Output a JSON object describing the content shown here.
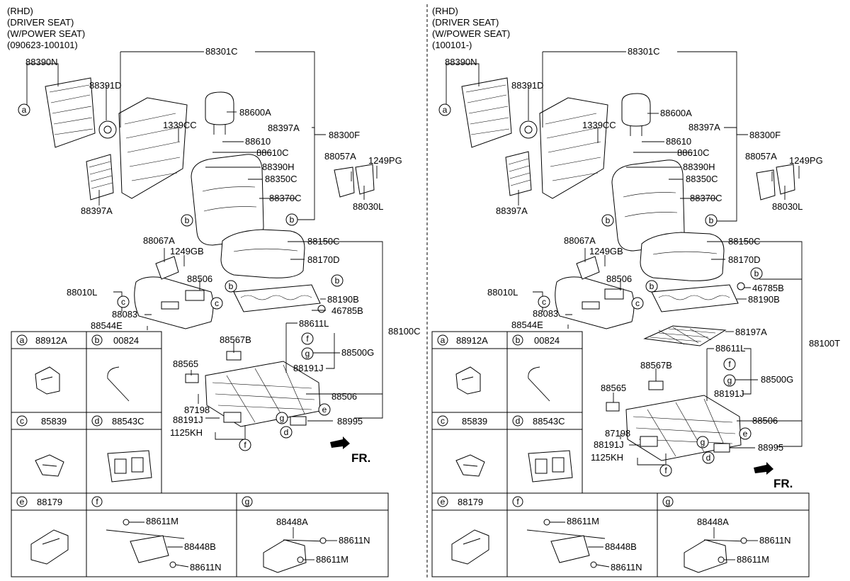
{
  "left_panel": {
    "header_lines": [
      "(RHD)",
      "(DRIVER SEAT)",
      "(W/POWER SEAT)",
      "(090623-100101)"
    ],
    "labels": {
      "p88301C": "88301C",
      "p88390N": "88390N",
      "p88391D": "88391D",
      "p88600A": "88600A",
      "p1339CC": "1339CC",
      "p88397A_a": "88397A",
      "p88300F": "88300F",
      "p88610": "88610",
      "p88610C": "88610C",
      "p88057A": "88057A",
      "p1249PG": "1249PG",
      "p88390H": "88390H",
      "p88350C": "88350C",
      "p88370C": "88370C",
      "p88030L": "88030L",
      "p88397A_b": "88397A",
      "p88150C": "88150C",
      "p88067A": "88067A",
      "p1249GB": "1249GB",
      "p88170D": "88170D",
      "p88506_a": "88506",
      "p88010L": "88010L",
      "p88190B": "88190B",
      "p88083": "88083",
      "p46785B": "46785B",
      "p88544E": "88544E",
      "p88611L": "88611L",
      "p88100C": "88100C",
      "p88567B": "88567B",
      "p88500G": "88500G",
      "p88191J_a": "88191J",
      "p88565": "88565",
      "p88506_b": "88506",
      "p87198": "87198",
      "p88191J_b": "88191J",
      "p88995": "88995",
      "p1125KH": "1125KH",
      "fr": "FR."
    },
    "callouts": {
      "a": "a",
      "b1": "b",
      "b2": "b",
      "b3": "b",
      "b4": "b",
      "c1": "c",
      "c2": "c",
      "d": "d",
      "e": "e",
      "f1": "f",
      "f2": "f",
      "g1": "g",
      "g2": "g"
    },
    "legend": {
      "a_code": "88912A",
      "b_code": "00824",
      "c_code": "85839",
      "d_code": "88543C",
      "e_code": "88179",
      "f_m": "88611M",
      "f_b": "88448B",
      "f_n": "88611N",
      "g_a": "88448A",
      "g_n": "88611N",
      "g_m": "88611M"
    }
  },
  "right_panel": {
    "header_lines": [
      "(RHD)",
      "(DRIVER SEAT)",
      "(W/POWER SEAT)",
      "(100101-)"
    ],
    "labels": {
      "p88301C": "88301C",
      "p88390N": "88390N",
      "p88391D": "88391D",
      "p88600A": "88600A",
      "p1339CC": "1339CC",
      "p88397A_a": "88397A",
      "p88300F": "88300F",
      "p88610": "88610",
      "p88610C": "88610C",
      "p88057A": "88057A",
      "p1249PG": "1249PG",
      "p88390H": "88390H",
      "p88350C": "88350C",
      "p88370C": "88370C",
      "p88030L": "88030L",
      "p88397A_b": "88397A",
      "p88150C": "88150C",
      "p88067A": "88067A",
      "p1249GB": "1249GB",
      "p88170D": "88170D",
      "p88506_a": "88506",
      "p88010L": "88010L",
      "p46785B": "46785B",
      "p88083": "88083",
      "p88190B": "88190B",
      "p88544E": "88544E",
      "p88197A": "88197A",
      "p88100T": "88100T",
      "p88611L": "88611L",
      "p88567B": "88567B",
      "p88500G": "88500G",
      "p88565": "88565",
      "p88191J_a": "88191J",
      "p88506_b": "88506",
      "p87198": "87198",
      "p88191J_b": "88191J",
      "p88995": "88995",
      "p1125KH": "1125KH",
      "fr": "FR."
    },
    "callouts": {
      "a": "a",
      "b1": "b",
      "b2": "b",
      "b3": "b",
      "b4": "b",
      "c1": "c",
      "c2": "c",
      "d": "d",
      "e": "e",
      "f1": "f",
      "f2": "f",
      "g1": "g",
      "g2": "g"
    },
    "legend": {
      "a_code": "88912A",
      "b_code": "00824",
      "c_code": "85839",
      "d_code": "88543C",
      "e_code": "88179",
      "f_m": "88611M",
      "f_b": "88448B",
      "f_n": "88611N",
      "g_a": "88448A",
      "g_n": "88611N",
      "g_m": "88611M"
    }
  },
  "legend_letters": {
    "a": "a",
    "b": "b",
    "c": "c",
    "d": "d",
    "e": "e",
    "f": "f",
    "g": "g"
  }
}
